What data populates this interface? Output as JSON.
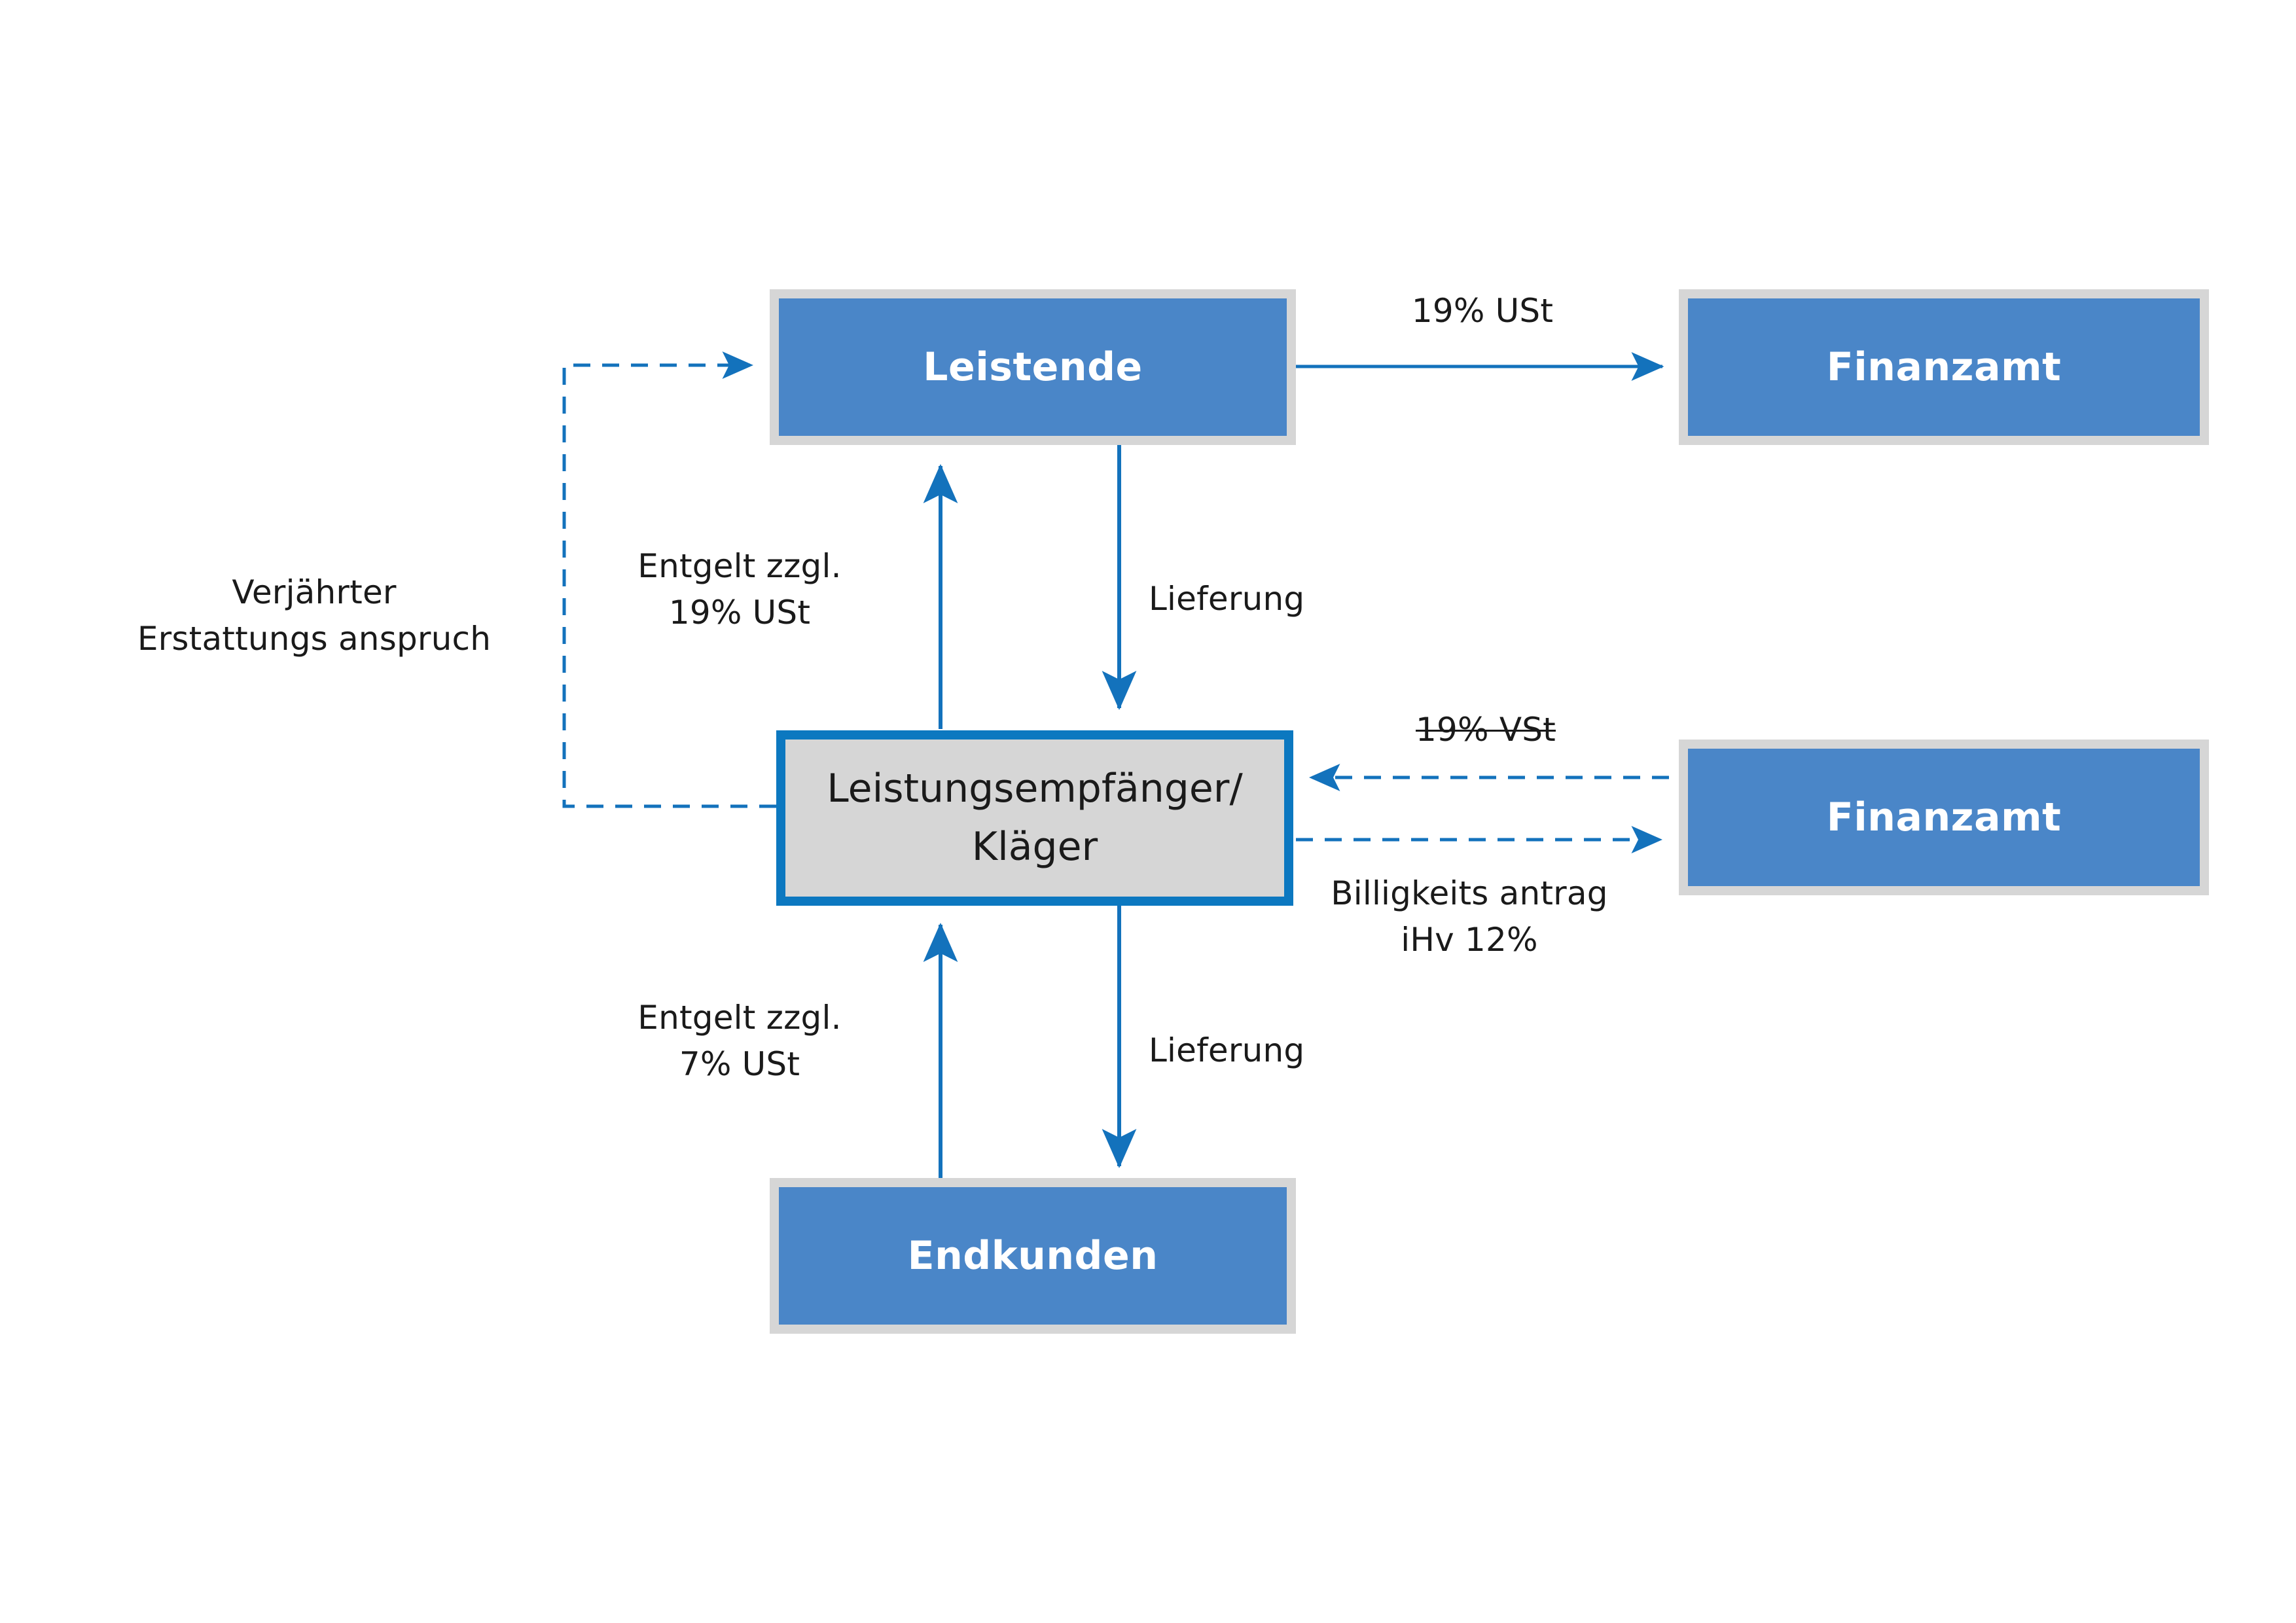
{
  "diagram": {
    "title": "Umsatzsteuer Billigkeitsantrag Ablaufdiagramm",
    "background_color": "#ffffff",
    "accent_color": "#1372BC",
    "node_fill_color": "#4A86C8",
    "node_border_color": "#D6D6D6",
    "highlight_fill_color": "#D6D6D6",
    "highlight_border_color": "#0C78C0",
    "text_color": "#1a1a1a"
  },
  "nodes": {
    "leistende": {
      "label": "Leistende"
    },
    "finanzamt_top": {
      "label": "Finanzamt"
    },
    "leistungsempfaenger": {
      "label": "Leistungsempfänger/\nKläger"
    },
    "finanzamt_bottom": {
      "label": "Finanzamt"
    },
    "endkunden": {
      "label": "Endkunden"
    }
  },
  "edge_labels": {
    "ust_19_top": "19% USt",
    "verjaehrter_anspruch": "Verjährter\nErstattungs anspruch",
    "entgelt_19": "Entgelt zzgl.\n19% USt",
    "lieferung_top": "Lieferung",
    "vst_19_struck": "19% VSt",
    "billigkeitsantrag": "Billigkeits antrag\niHv 12%",
    "entgelt_7": "Entgelt zzgl.\n7% USt",
    "lieferung_bottom": "Lieferung"
  }
}
